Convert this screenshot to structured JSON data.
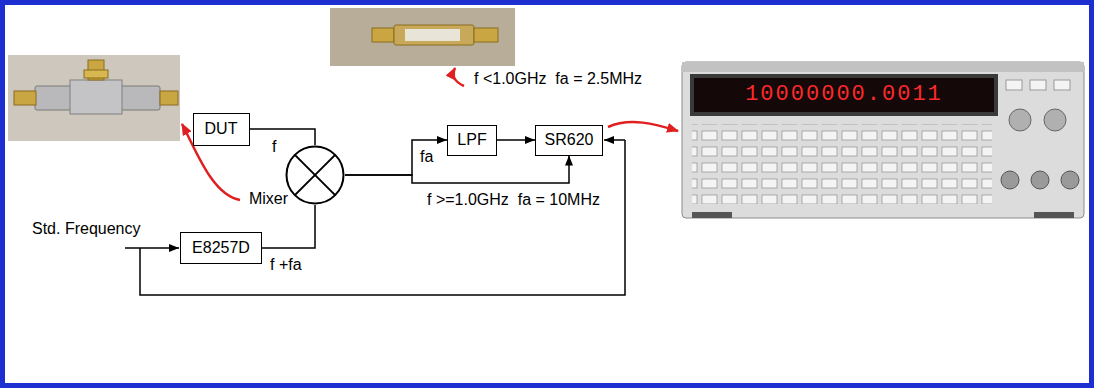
{
  "diagram": {
    "nodes": [
      {
        "text": [
          "DUT"
        ]
      },
      {
        "text": [
          "Mixer"
        ]
      },
      {
        "text": [
          "E8257D"
        ]
      },
      {
        "text": [
          "LPF"
        ]
      },
      {
        "text": [
          "SR620"
        ]
      }
    ],
    "edges": [
      {
        "from": 0,
        "to": 1,
        "arrow": "none",
        "label": "f"
      },
      {
        "from": 2,
        "to": 1,
        "arrow": "none",
        "label": "f +fa"
      },
      {
        "from": 1,
        "to": 3,
        "arrow": "to",
        "label": "fa"
      },
      {
        "from": 1,
        "to": 4,
        "arrow": "to",
        "label": "f >=1.0GHz  fa = 10MHz"
      },
      {
        "from": 3,
        "to": 4,
        "arrow": "to"
      }
    ],
    "labels": [
      "Std. Frequency",
      "f <1.0GHz  fa = 2.5MHz",
      "10000000.0011"
    ]
  }
}
